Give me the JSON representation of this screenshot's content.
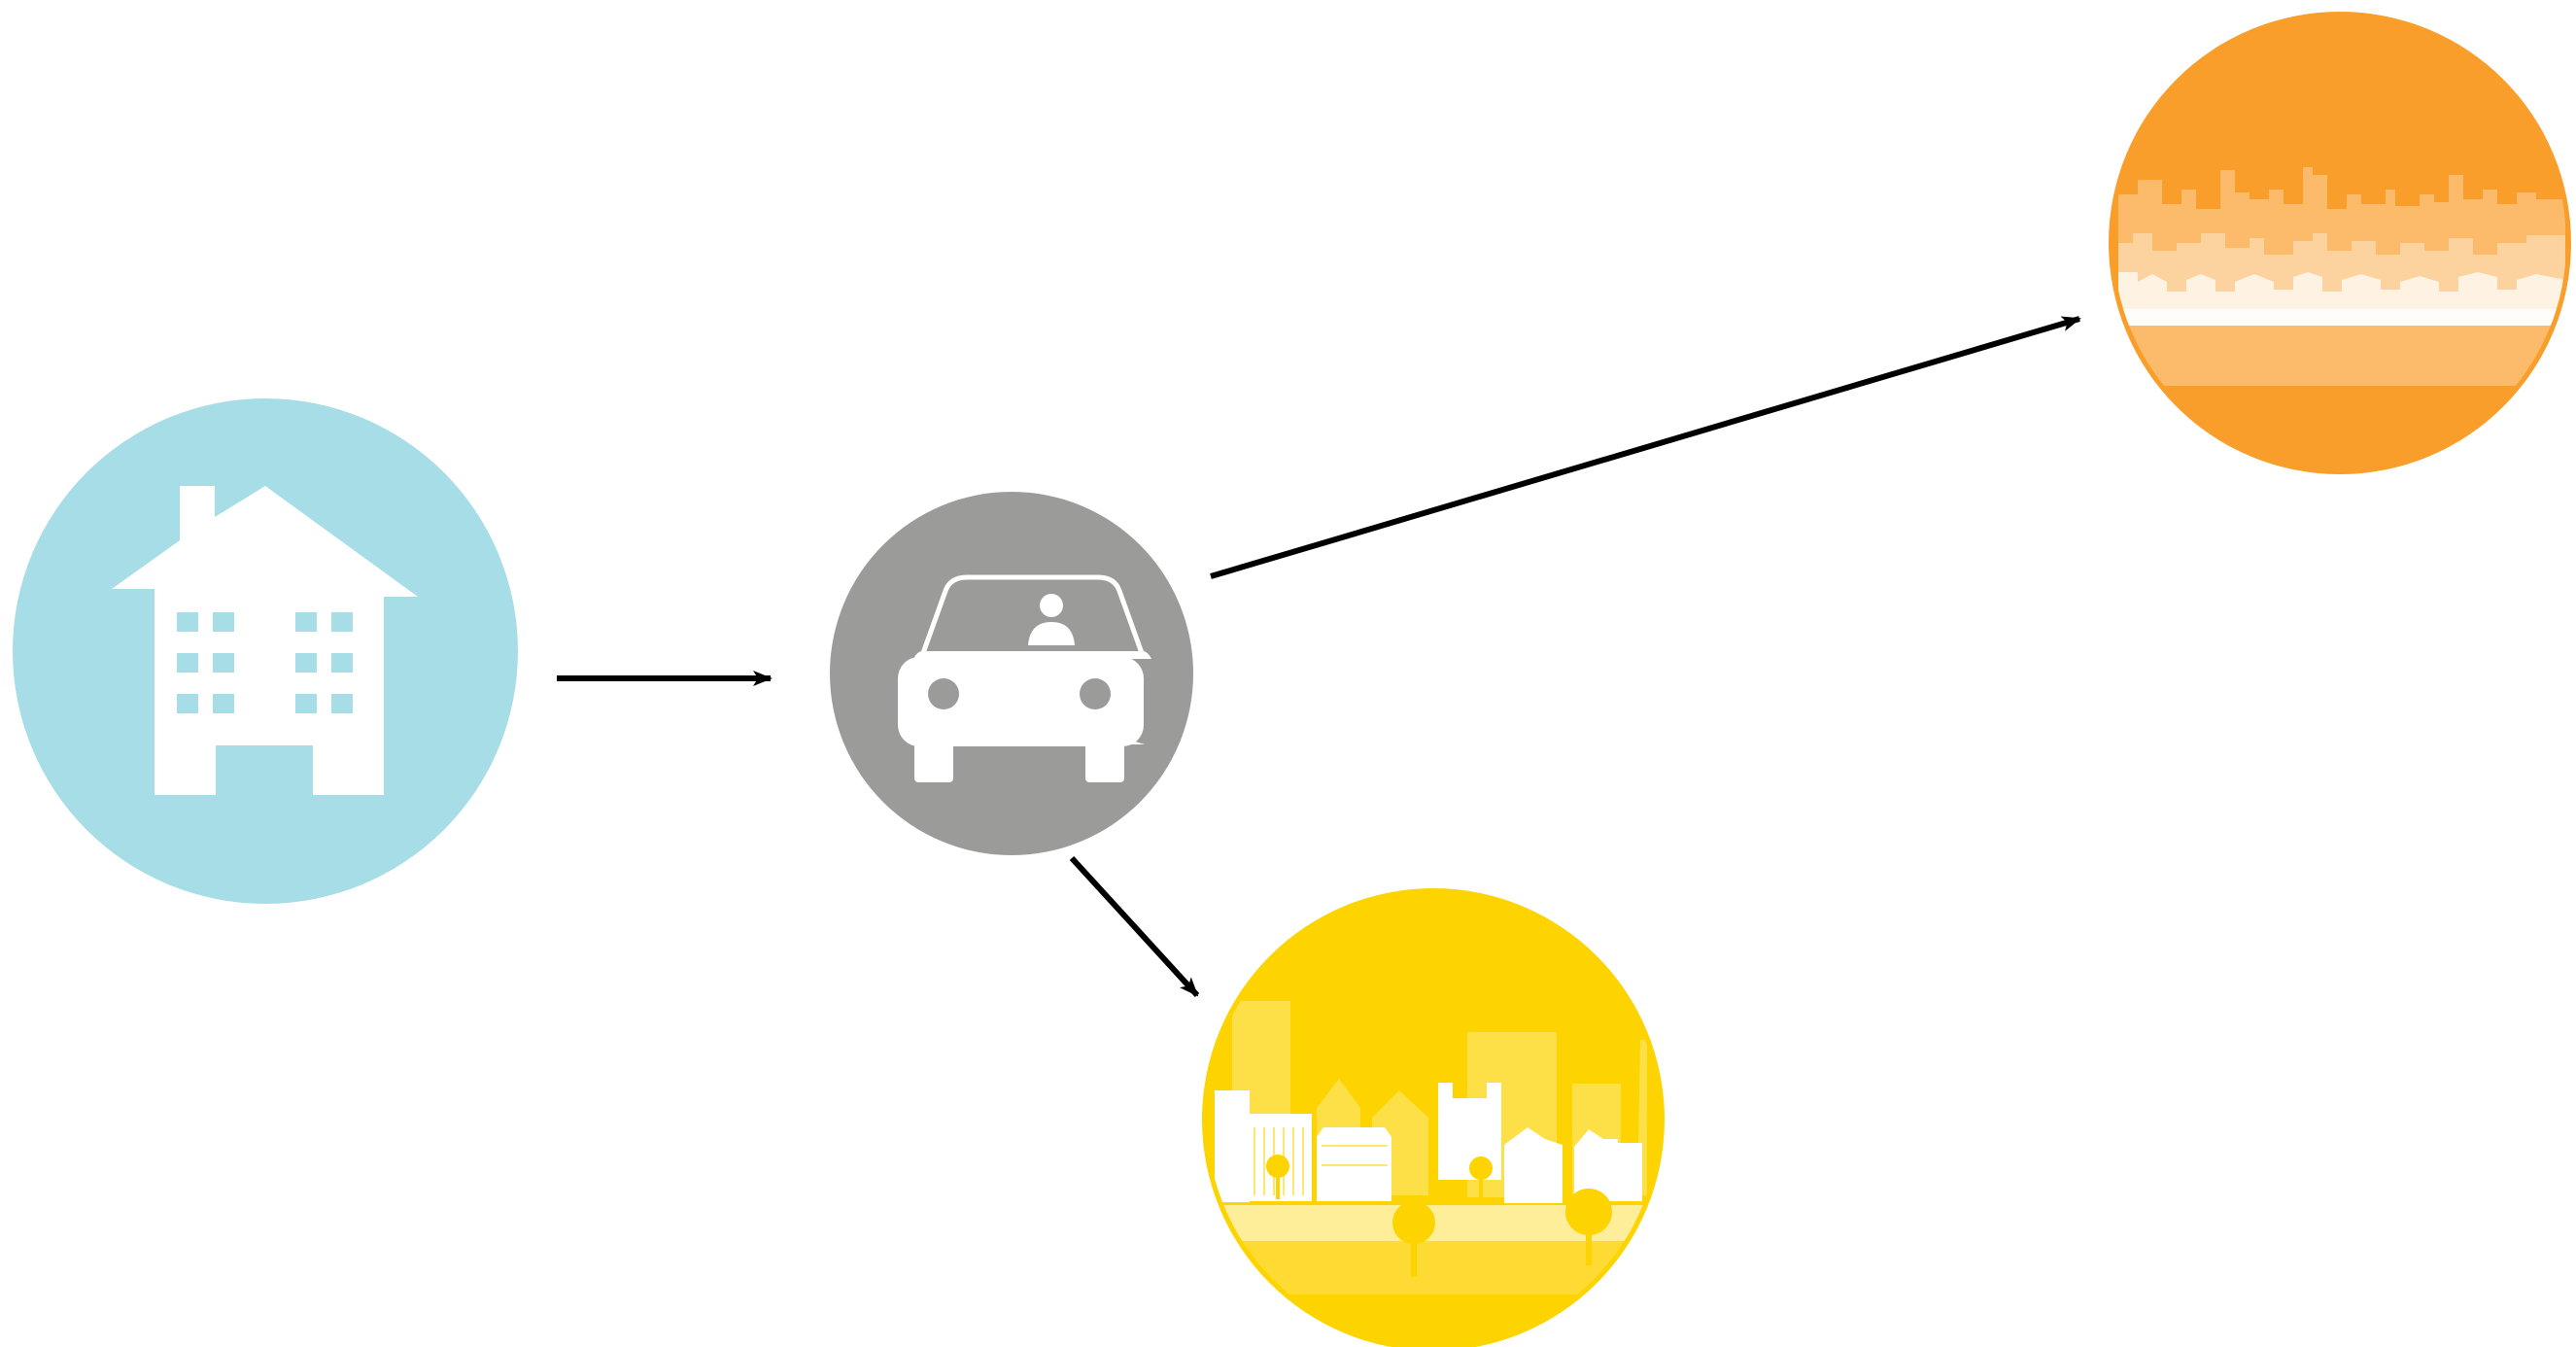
{
  "diagram": {
    "nodes": [
      {
        "id": "home",
        "icon": "apartment-building-icon",
        "color": "#a6dde6"
      },
      {
        "id": "car",
        "icon": "car-with-driver-icon",
        "color": "#9b9b99"
      },
      {
        "id": "city",
        "icon": "city-skyline-icon",
        "color": "#f99e2b"
      },
      {
        "id": "suburb",
        "icon": "suburb-town-icon",
        "color": "#fdd300"
      }
    ],
    "edges": [
      {
        "from": "home",
        "to": "car"
      },
      {
        "from": "car",
        "to": "city"
      },
      {
        "from": "car",
        "to": "suburb"
      }
    ],
    "arrow_color": "#000000",
    "icon_fill_color": "#ffffff"
  }
}
